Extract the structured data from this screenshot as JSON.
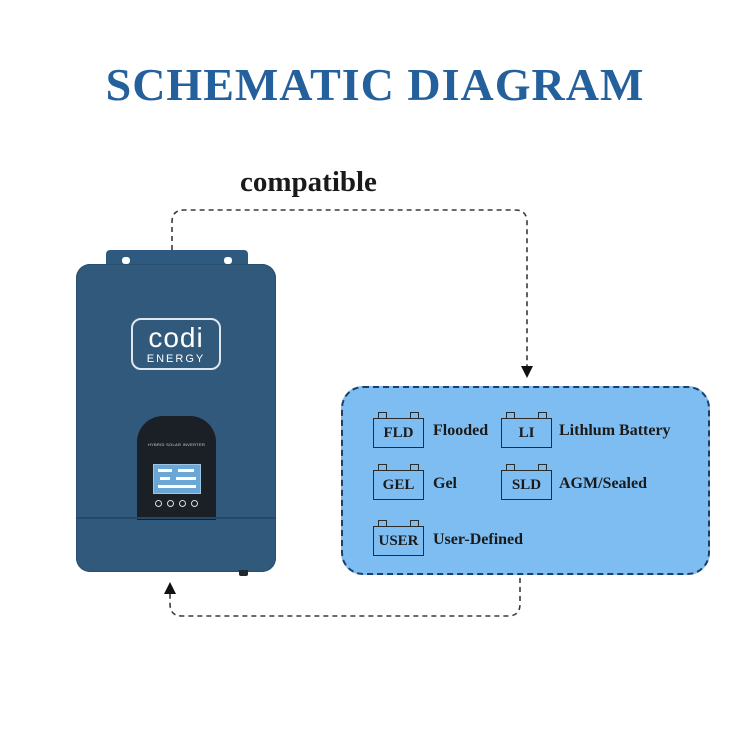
{
  "title": "SCHEMATIC DIAGRAM",
  "compatible_label": "compatible",
  "inverter": {
    "brand_word": "codi",
    "brand_sub": "ENERGY",
    "panel_label": "HYBRID SOLAR INVERTER"
  },
  "battery_types": [
    {
      "code": "FLD",
      "label": "Flooded"
    },
    {
      "code": "LI",
      "label": "Lithlum Battery"
    },
    {
      "code": "GEL",
      "label": "Gel"
    },
    {
      "code": "SLD",
      "label": "AGM/Sealed"
    },
    {
      "code": "USER",
      "label": "User-Defined"
    }
  ],
  "colors": {
    "title": "#23609c",
    "inverter_body": "#31597c",
    "logo_accent": "#e86d22",
    "battery_panel": "#7ebdf2",
    "panel_border": "#203d66"
  }
}
